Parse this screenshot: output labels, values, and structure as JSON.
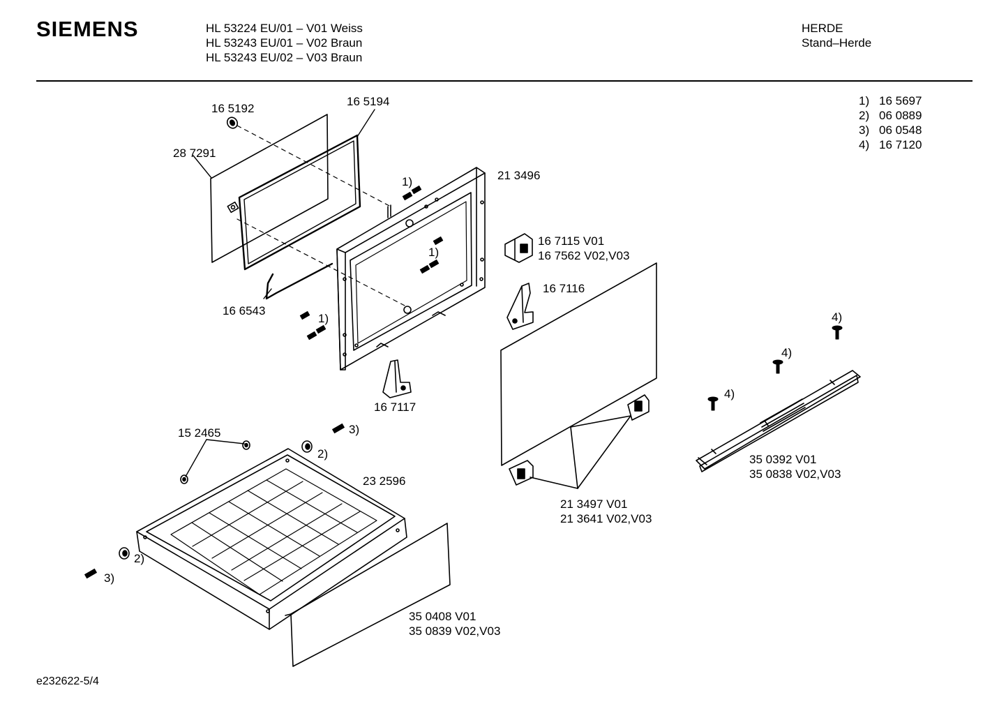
{
  "header": {
    "brand": "SIEMENS",
    "models": [
      "HL 53224 EU/01 – V01 Weiss",
      "HL 53243 EU/01 – V02 Braun",
      "HL 53243 EU/02 – V03 Braun"
    ],
    "category": "HERDE",
    "subcategory": "Stand–Herde"
  },
  "notes": [
    {
      "key": "1)",
      "value": "16 5697"
    },
    {
      "key": "2)",
      "value": "06 0889"
    },
    {
      "key": "3)",
      "value": "06 0548"
    },
    {
      "key": "4)",
      "value": "16 7120"
    }
  ],
  "parts": {
    "p165192": "16 5192",
    "p165194": "16 5194",
    "p287291": "28 7291",
    "p213496": "21 3496",
    "p166543": "16 6543",
    "p167115": "16  7115 V01",
    "p167562": "16 7562 V02,V03",
    "p167116": "16 7116",
    "p167117": "16 7117",
    "p152465": "15 2465",
    "p232596": "23 2596",
    "p213497": "21 3497 V01",
    "p213641": "21 3641 V02,V03",
    "p350392": "35 0392 V01",
    "p350838": "35 0838 V02,V03",
    "p350408": "35 0408 V01",
    "p350839": "35 0839 V02,V03"
  },
  "refs": {
    "r1a": "1)",
    "r1b": "1)",
    "r1c": "1)",
    "r2a": "2)",
    "r2b": "2)",
    "r3a": "3)",
    "r3b": "3)",
    "r4a": "4)",
    "r4b": "4)",
    "r4c": "4)"
  },
  "footer": "e232622-5/4"
}
